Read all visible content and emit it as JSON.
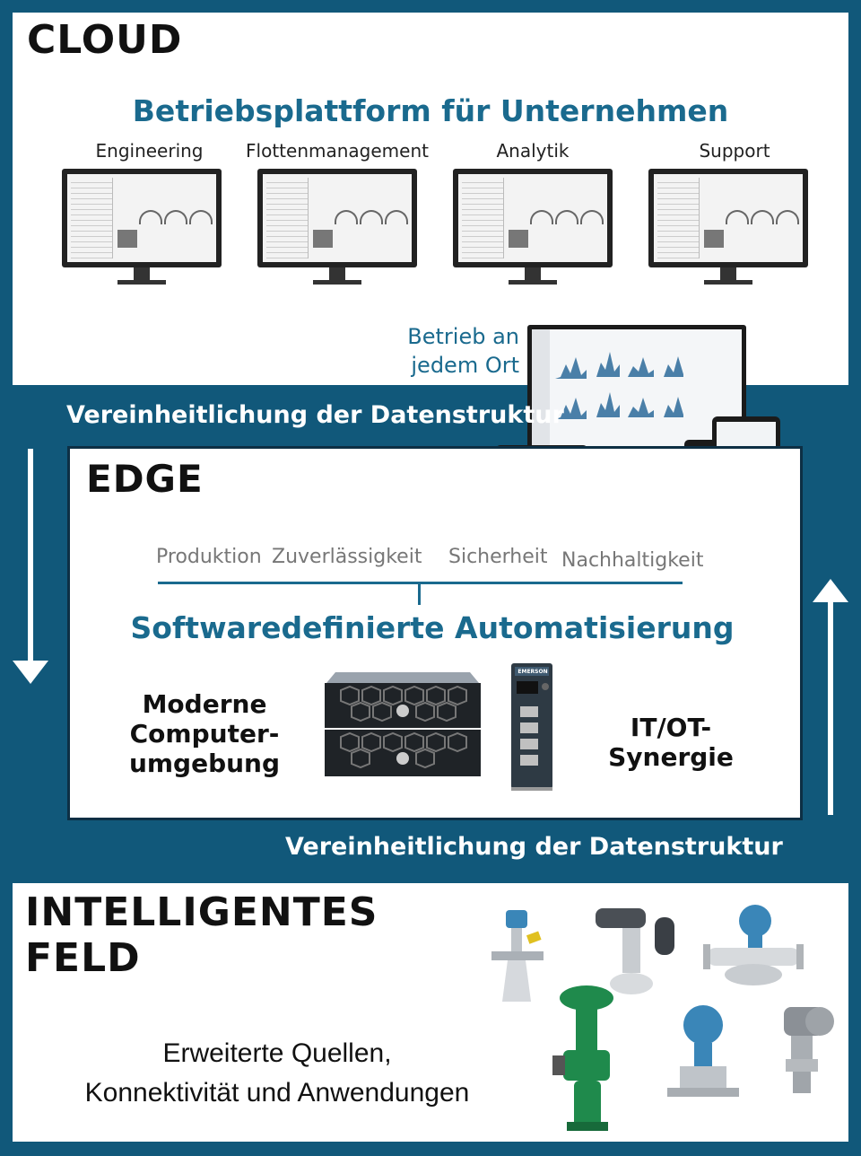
{
  "cloud": {
    "heading": "CLOUD",
    "platform_title": "Betriebsplattform für Unternehmen",
    "apps": [
      "Engineering",
      "Flottenmanagement",
      "Analytik",
      "Support"
    ],
    "remote_ops_line1": "Betrieb an",
    "remote_ops_line2": "jedem Ort"
  },
  "bands": {
    "top": "Vereinheitlichung der Datenstruktur",
    "bottom": "Vereinheitlichung der Datenstruktur"
  },
  "edge": {
    "heading": "EDGE",
    "pillars": [
      "Produktion",
      "Zuverlässigkeit",
      "Sicherheit",
      "Nachhaltigkeit"
    ],
    "title": "Softwaredefinierte Automatisierung",
    "left_lines": [
      "Moderne",
      "Computer-",
      "umgebung"
    ],
    "right_lines": [
      "IT/OT-",
      "Synergie"
    ],
    "controller_brand": "EMERSON"
  },
  "field": {
    "heading_line1": "INTELLIGENTES",
    "heading_line2": "FELD",
    "caption_line1": "Erweiterte Quellen,",
    "caption_line2": "Konnektivität und Anwendungen"
  },
  "colors": {
    "frame": "#11587a",
    "title_blue": "#1a6a8e",
    "device_blue": "#3a86b8",
    "valve_green": "#1f8a4c"
  }
}
